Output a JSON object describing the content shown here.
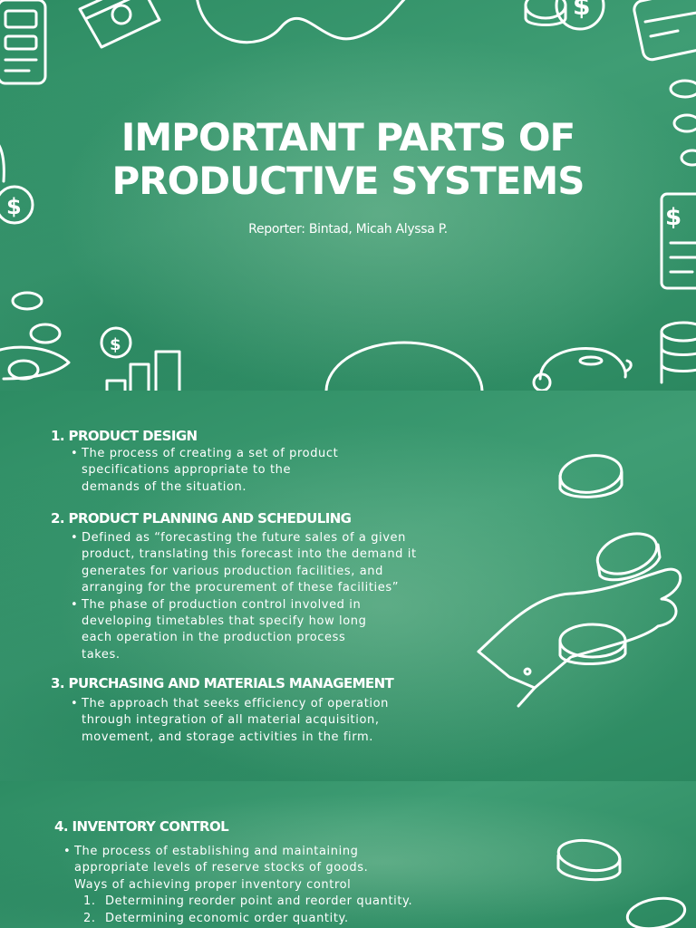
{
  "slide1": {
    "title_line1": "IMPORTANT PARTS OF",
    "title_line2": "PRODUCTIVE SYSTEMS",
    "reporter": "Reporter: Bintad, Micah Alyssa P."
  },
  "slide2": {
    "sections": [
      {
        "heading": "1. PRODUCT DESIGN",
        "bullets": [
          [
            "The process of creating a set of product",
            "specifications appropriate to the",
            "demands of the situation."
          ]
        ]
      },
      {
        "heading": "2. PRODUCT PLANNING AND SCHEDULING",
        "bullets": [
          [
            "Defined as “forecasting the future sales of a given",
            "product, translating this forecast into the demand it",
            "generates for various production facilities, and",
            "arranging for the procurement of these facilities”"
          ],
          [
            "The phase of production control involved in",
            "developing timetables that specify how long",
            "each operation in the production process",
            "takes."
          ]
        ]
      },
      {
        "heading": "3. PURCHASING AND MATERIALS MANAGEMENT",
        "bullets": [
          [
            "The approach that seeks efficiency of operation",
            "through integration of all material acquisition,",
            "movement, and storage activities in the firm."
          ]
        ]
      }
    ]
  },
  "slide3": {
    "heading": "4. INVENTORY CONTROL",
    "bullet_lines": [
      "The process of establishing and maintaining",
      "appropriate levels of reserve stocks of goods.",
      "Ways of achieving proper inventory control"
    ],
    "numbered": [
      {
        "num": "1.",
        "text": "Determining reorder point and reorder quantity."
      },
      {
        "num": "2.",
        "text": "Determining economic order quantity."
      }
    ]
  },
  "icons": [
    "cash-register-icon",
    "money-stack-icon",
    "coin-stack-icon",
    "credit-card-icon",
    "coin-icon",
    "dollar-coin-icon",
    "receipt-icon",
    "bar-chart-icon",
    "piggy-bank-icon",
    "coin-hand-icon"
  ],
  "colors": {
    "background": "#3a9870",
    "text": "#ffffff"
  }
}
